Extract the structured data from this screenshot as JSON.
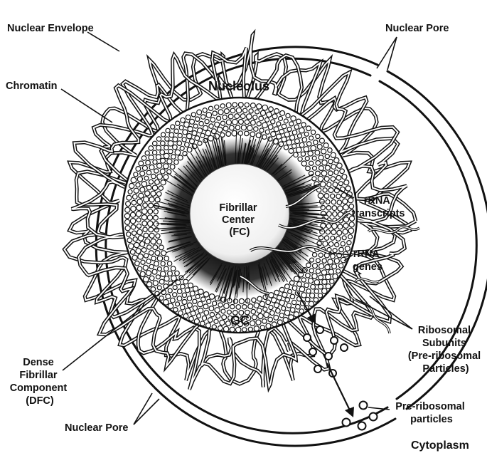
{
  "labels": {
    "nuclear_envelope": "Nuclear Envelope",
    "nuclear_pore_top": "Nuclear Pore",
    "chromatin": "Chromatin",
    "nucleolus": "Nucleolus",
    "fibrillar_center": [
      "Fibrillar",
      "Center",
      "(FC)"
    ],
    "rrna_transcripts": [
      "rRNA",
      "transcripts"
    ],
    "rrna_genes": [
      "rRNA",
      "genes"
    ],
    "gc": "GC",
    "dense_fibrillar_component": [
      "Dense",
      "Fibrillar",
      "Component",
      "(DFC)"
    ],
    "ribosomal_subunits": [
      "Ribosomal",
      "Subunits",
      "(Pre-ribosomal",
      "Particles)"
    ],
    "nuclear_pore_bottom": "Nuclear Pore",
    "pre_ribosomal_particles": [
      "Pre-ribosomal",
      "particles"
    ],
    "cytoplasm": "Cytoplasm"
  },
  "colors": {
    "ink": "#111111",
    "background": "#ffffff",
    "fibrillar_center_fill": "#f4f4f4",
    "dfc_fill": "#2a2a2a"
  }
}
